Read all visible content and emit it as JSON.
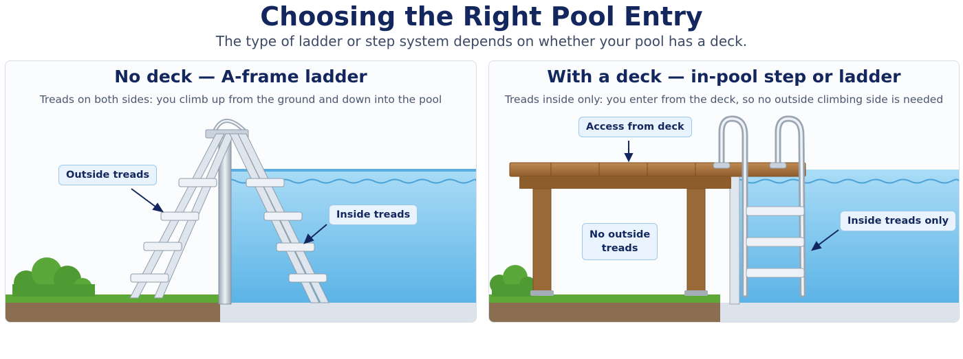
{
  "header": {
    "title": "Choosing the Right Pool Entry",
    "subtitle": "The type of ladder or step system depends on whether your pool has a deck."
  },
  "left_panel": {
    "heading": "No deck — A-frame ladder",
    "description": "Treads on both sides: you climb up from the ground and down into the pool",
    "callouts": {
      "outside": "Outside treads",
      "inside": "Inside treads"
    }
  },
  "right_panel": {
    "heading": "With a deck — in-pool step or ladder",
    "description": "Treads inside only: you enter from the deck, so no outside climbing side is needed",
    "callouts": {
      "access": "Access from deck",
      "no_outside_line1": "No outside",
      "no_outside_line2": "treads",
      "inside_only": "Inside treads only"
    }
  },
  "colors": {
    "title": "#13275e",
    "water": "#8fd0f2",
    "grass": "#4f9a32",
    "deck_wood": "#a8733e",
    "ladder_metal": "#c9d2dc",
    "callout_bg": "#e8f3fd",
    "callout_border": "#9cc9ec"
  }
}
